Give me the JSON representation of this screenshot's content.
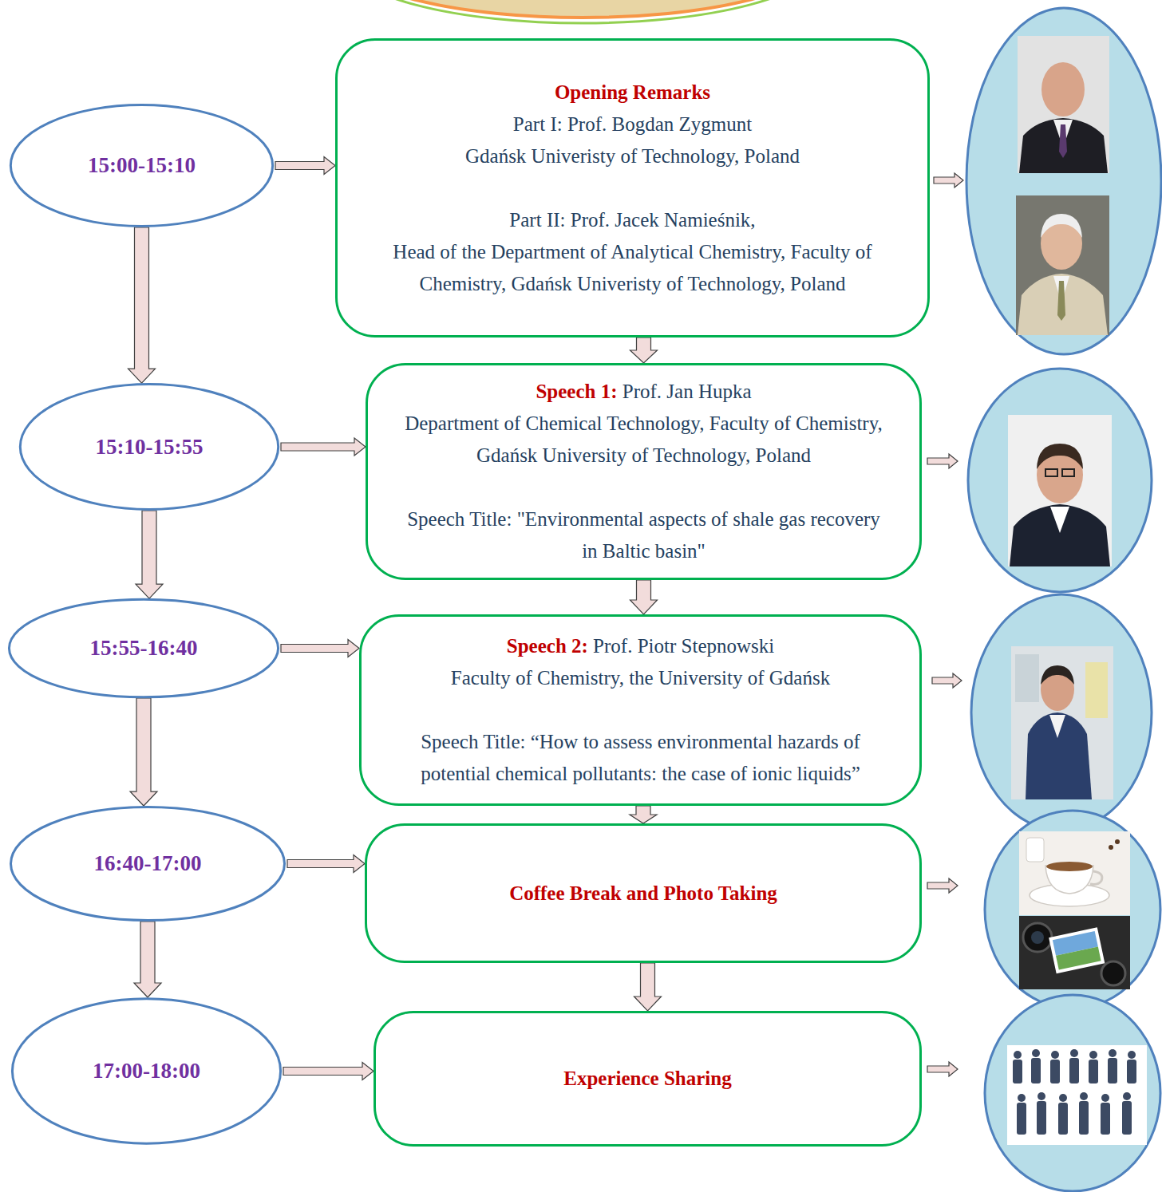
{
  "diagram": {
    "nodes": [
      {
        "text": [
          "15:00-15:10"
        ]
      },
      {
        "text": [
          "Opening Remarks",
          "Part I: Prof. Bogdan Zygmunt",
          "Gdańsk Univeristy of Technology, Poland",
          "Part II: Prof. Jacek Namieśnik,",
          "Head of the Department of Analytical Chemistry, Faculty of Chemistry, Gdańsk Univeristy of Technology, Poland"
        ]
      },
      {
        "text": [
          "15:10-15:55"
        ]
      },
      {
        "text": [
          "Speech 1:",
          "Prof. Jan Hupka",
          "Department of Chemical Technology, Faculty of Chemistry, Gdańsk University of Technology, Poland",
          "Speech Title: \"Environmental aspects of shale gas recovery in Baltic basin\""
        ]
      },
      {
        "text": [
          "15:55-16:40"
        ]
      },
      {
        "text": [
          "Speech 2:",
          "Prof. Piotr Stepnowski",
          "Faculty of Chemistry, the University of Gdańsk",
          "Speech Title: “How to assess environmental hazards of potential chemical pollutants: the case of ionic liquids”"
        ]
      },
      {
        "text": [
          "16:40-17:00"
        ]
      },
      {
        "text": [
          "Coffee Break and Photo Taking"
        ]
      },
      {
        "text": [
          "17:00-18:00"
        ]
      },
      {
        "text": [
          "Experience Sharing"
        ]
      }
    ],
    "edges": [
      {
        "from": 0,
        "to": 1,
        "arrow": "to"
      },
      {
        "from": 0,
        "to": 2,
        "arrow": "to"
      },
      {
        "from": 1,
        "to": 3,
        "arrow": "to"
      },
      {
        "from": 2,
        "to": 3,
        "arrow": "to"
      },
      {
        "from": 2,
        "to": 4,
        "arrow": "to"
      },
      {
        "from": 3,
        "to": 5,
        "arrow": "to"
      },
      {
        "from": 4,
        "to": 5,
        "arrow": "to"
      },
      {
        "from": 4,
        "to": 6,
        "arrow": "to"
      },
      {
        "from": 5,
        "to": 7,
        "arrow": "to"
      },
      {
        "from": 6,
        "to": 7,
        "arrow": "to"
      },
      {
        "from": 6,
        "to": 8,
        "arrow": "to"
      },
      {
        "from": 7,
        "to": 9,
        "arrow": "to"
      },
      {
        "from": 8,
        "to": 9,
        "arrow": "to"
      }
    ]
  }
}
